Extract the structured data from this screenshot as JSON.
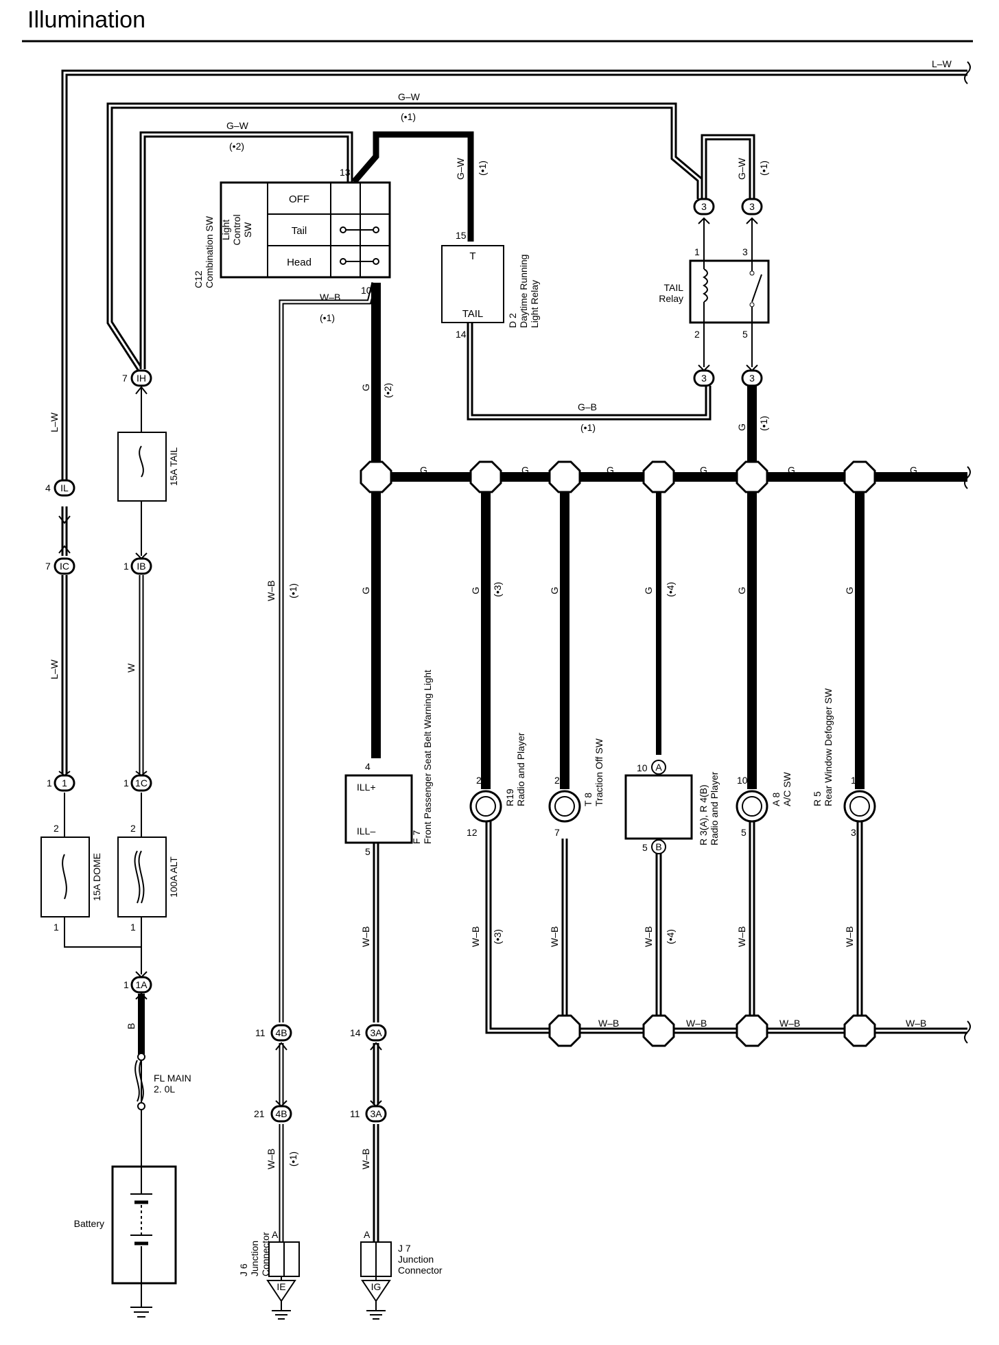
{
  "title": "Illumination",
  "wires": {
    "lw": "L–W",
    "gw": "G–W",
    "g": "G",
    "gb": "G–B",
    "wb": "W–B",
    "w": "W",
    "b": "B",
    "n1": "(•1)",
    "n2": "(•2)",
    "n3": "(•3)",
    "n4": "(•4)"
  },
  "combination_switch": {
    "id": "C12",
    "name": "Combination SW",
    "sub": [
      "Light",
      "Control",
      "SW"
    ],
    "positions": [
      "OFF",
      "Tail",
      "Head"
    ],
    "pin_top": "13",
    "pin_bottom": "10"
  },
  "drl_relay": {
    "id": "D 2",
    "name1": "Daytime Running",
    "name2": "Light Relay",
    "terminal_top": "T",
    "terminal_bottom": "TAIL",
    "pin_top": "15",
    "pin_bottom": "14"
  },
  "tail_relay": {
    "name1": "TAIL",
    "name2": "Relay",
    "pins": [
      "1",
      "3",
      "2",
      "5"
    ]
  },
  "fuses": {
    "tail": "15A TAIL",
    "dome": "15A DOME",
    "alt": "100A ALT",
    "fl1": "FL MAIN",
    "fl2": "2. 0L"
  },
  "battery": "Battery",
  "connectors": {
    "il": "IL",
    "ic": "IC",
    "ih": "IH",
    "ib": "IB",
    "one": "1",
    "c1c": "1C",
    "c1a": "1A",
    "c3": "3",
    "c4b": "4B",
    "c3a": "3A",
    "ie": "IE",
    "ig": "IG",
    "ca": "A",
    "cb": "B"
  },
  "pins": {
    "p1": "1",
    "p2": "2",
    "p3": "3",
    "p4": "4",
    "p5": "5",
    "p7": "7",
    "p10": "10",
    "p11": "11",
    "p12": "12",
    "p14": "14",
    "p21": "21",
    "pa": "A"
  },
  "components": {
    "f7_id": "F 7",
    "f7_name": "Front Passenger Seat Belt Warning Light",
    "f7_plus": "ILL+",
    "f7_minus": "ILL–",
    "r19_id": "R19",
    "r19_name": "Radio and Player",
    "t8_id": "T 8",
    "t8_name": "Traction Off SW",
    "r3_id": "R 3(A), R 4(B)",
    "r3_name": "Radio and Player",
    "a8_id": "A 8",
    "a8_name": "A/C SW",
    "r5_id": "R 5",
    "r5_name": "Rear Window Defogger SW"
  },
  "junctions": {
    "j6_id": "J 6",
    "j6_l1": "Junction",
    "j6_l2": "Connector",
    "j7_id": "J 7",
    "j7_l1": "Junction",
    "j7_l2": "Connector"
  }
}
